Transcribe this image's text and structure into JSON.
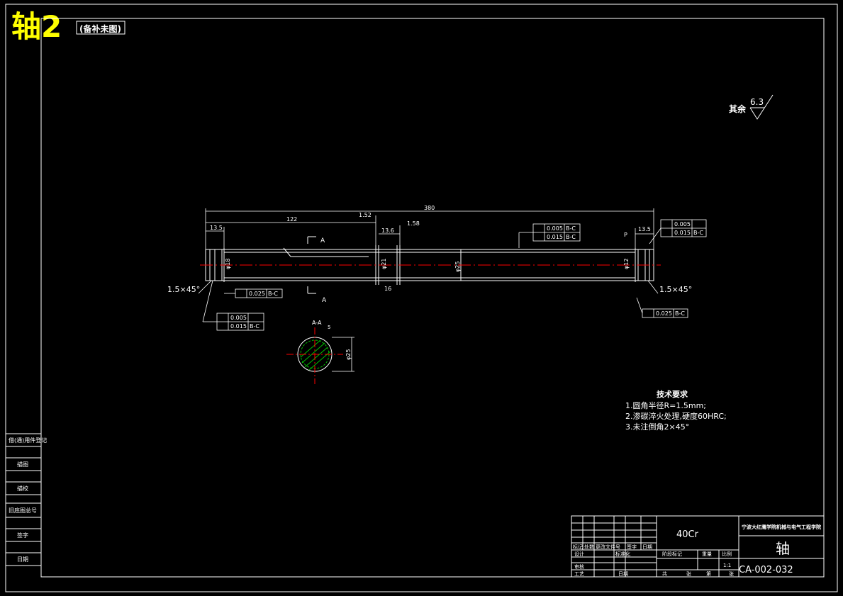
{
  "drawing": {
    "title_big": "轴2",
    "title_tag": "(备补未图)",
    "roughness_note": "其余",
    "roughness_value": "6.3"
  },
  "dimensions": {
    "total_length": "380",
    "d122": "122",
    "d1": "1.52",
    "d2": "1.58",
    "d135_left": "13.5",
    "d135_right": "13.5",
    "d136": "13.6",
    "chamfer_left": "1.5×45°",
    "chamfer_right": "1.5×45°",
    "section_a": "A",
    "section_label": "A-A",
    "keyway": "5",
    "section_dia": "φ25",
    "p_mark": "P",
    "d_16": "16",
    "dia_left": "φ18",
    "dia_mid": "φ21",
    "dia_center": "φ25",
    "dia_right": "φ12"
  },
  "tolerances": {
    "t1_a": "0.005",
    "t1_b": "0.015",
    "t1_ref": "B-C",
    "t2": "0.025",
    "t2_ref": "B-C",
    "t3_a": "0.005",
    "t3_b": "0.015",
    "t3_ref": "B-C",
    "t4_a": "0.005",
    "t4_b": "0.015",
    "t4_ref": "B-C",
    "t5": "0.025",
    "t5_ref": "B-C"
  },
  "tech_req": {
    "heading": "技术要求",
    "line1": "1.圆角半径R=1.5mm;",
    "line2": "2.渗碳淬火处理,硬度60HRC;",
    "line3": "3.未注倒角2×45°"
  },
  "left_strip": {
    "items": [
      "借(通)用件登记",
      "描图",
      "描校",
      "旧底图总号",
      "签字",
      "日期"
    ]
  },
  "title_block": {
    "material": "40Cr",
    "school": "宁波大红鹰学院机械与电气工程学院",
    "part_name": "轴",
    "drawing_no": "CA-002-032",
    "scale": "1:1",
    "row_labels": [
      "标记",
      "处数",
      "更改文件号",
      "签字",
      "日期"
    ],
    "design": "设计",
    "standard": "标准化",
    "review": "审核",
    "process": "工艺",
    "date": "日期",
    "stage_mark": "阶段标记",
    "weight": "重量",
    "ratio": "比例",
    "total": "共",
    "sheet": "张",
    "page": "第"
  },
  "colors": {
    "line": "#ffffff",
    "center": "#ff0000",
    "hatch": "#00c000",
    "title": "#ffff00"
  }
}
